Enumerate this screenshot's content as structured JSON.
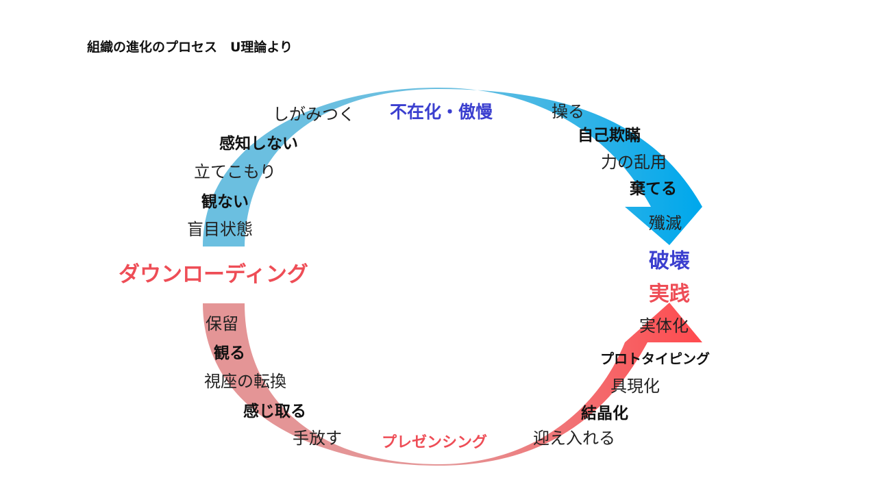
{
  "title": "組織の進化のプロセス　U理論より",
  "colors": {
    "light_blue": "#6bbfe0",
    "cyan": "#00a8ec",
    "pink": "#e49596",
    "red": "#ff4b4f",
    "blue_text": "#3b3fcf",
    "red_text": "#ee4d56"
  },
  "left": {
    "downloading": "ダウンローディング",
    "upper": [
      "盲目状態",
      "観ない",
      "立てこもり",
      "感知しない",
      "しがみつく"
    ],
    "lower": [
      "保留",
      "観る",
      "視座の転換",
      "感じ取る",
      "手放す"
    ]
  },
  "top": {
    "absencing": "不在化・傲慢",
    "right_items": [
      "操る",
      "自己欺瞞",
      "力の乱用",
      "棄てる",
      "殲滅"
    ]
  },
  "right": {
    "destruction": "破壊",
    "practice": "実践"
  },
  "bottom": {
    "presencing": "プレゼンシング",
    "right_items": [
      "迎え入れる",
      "結晶化",
      "具現化",
      "プロトタイピング",
      "実体化"
    ]
  }
}
